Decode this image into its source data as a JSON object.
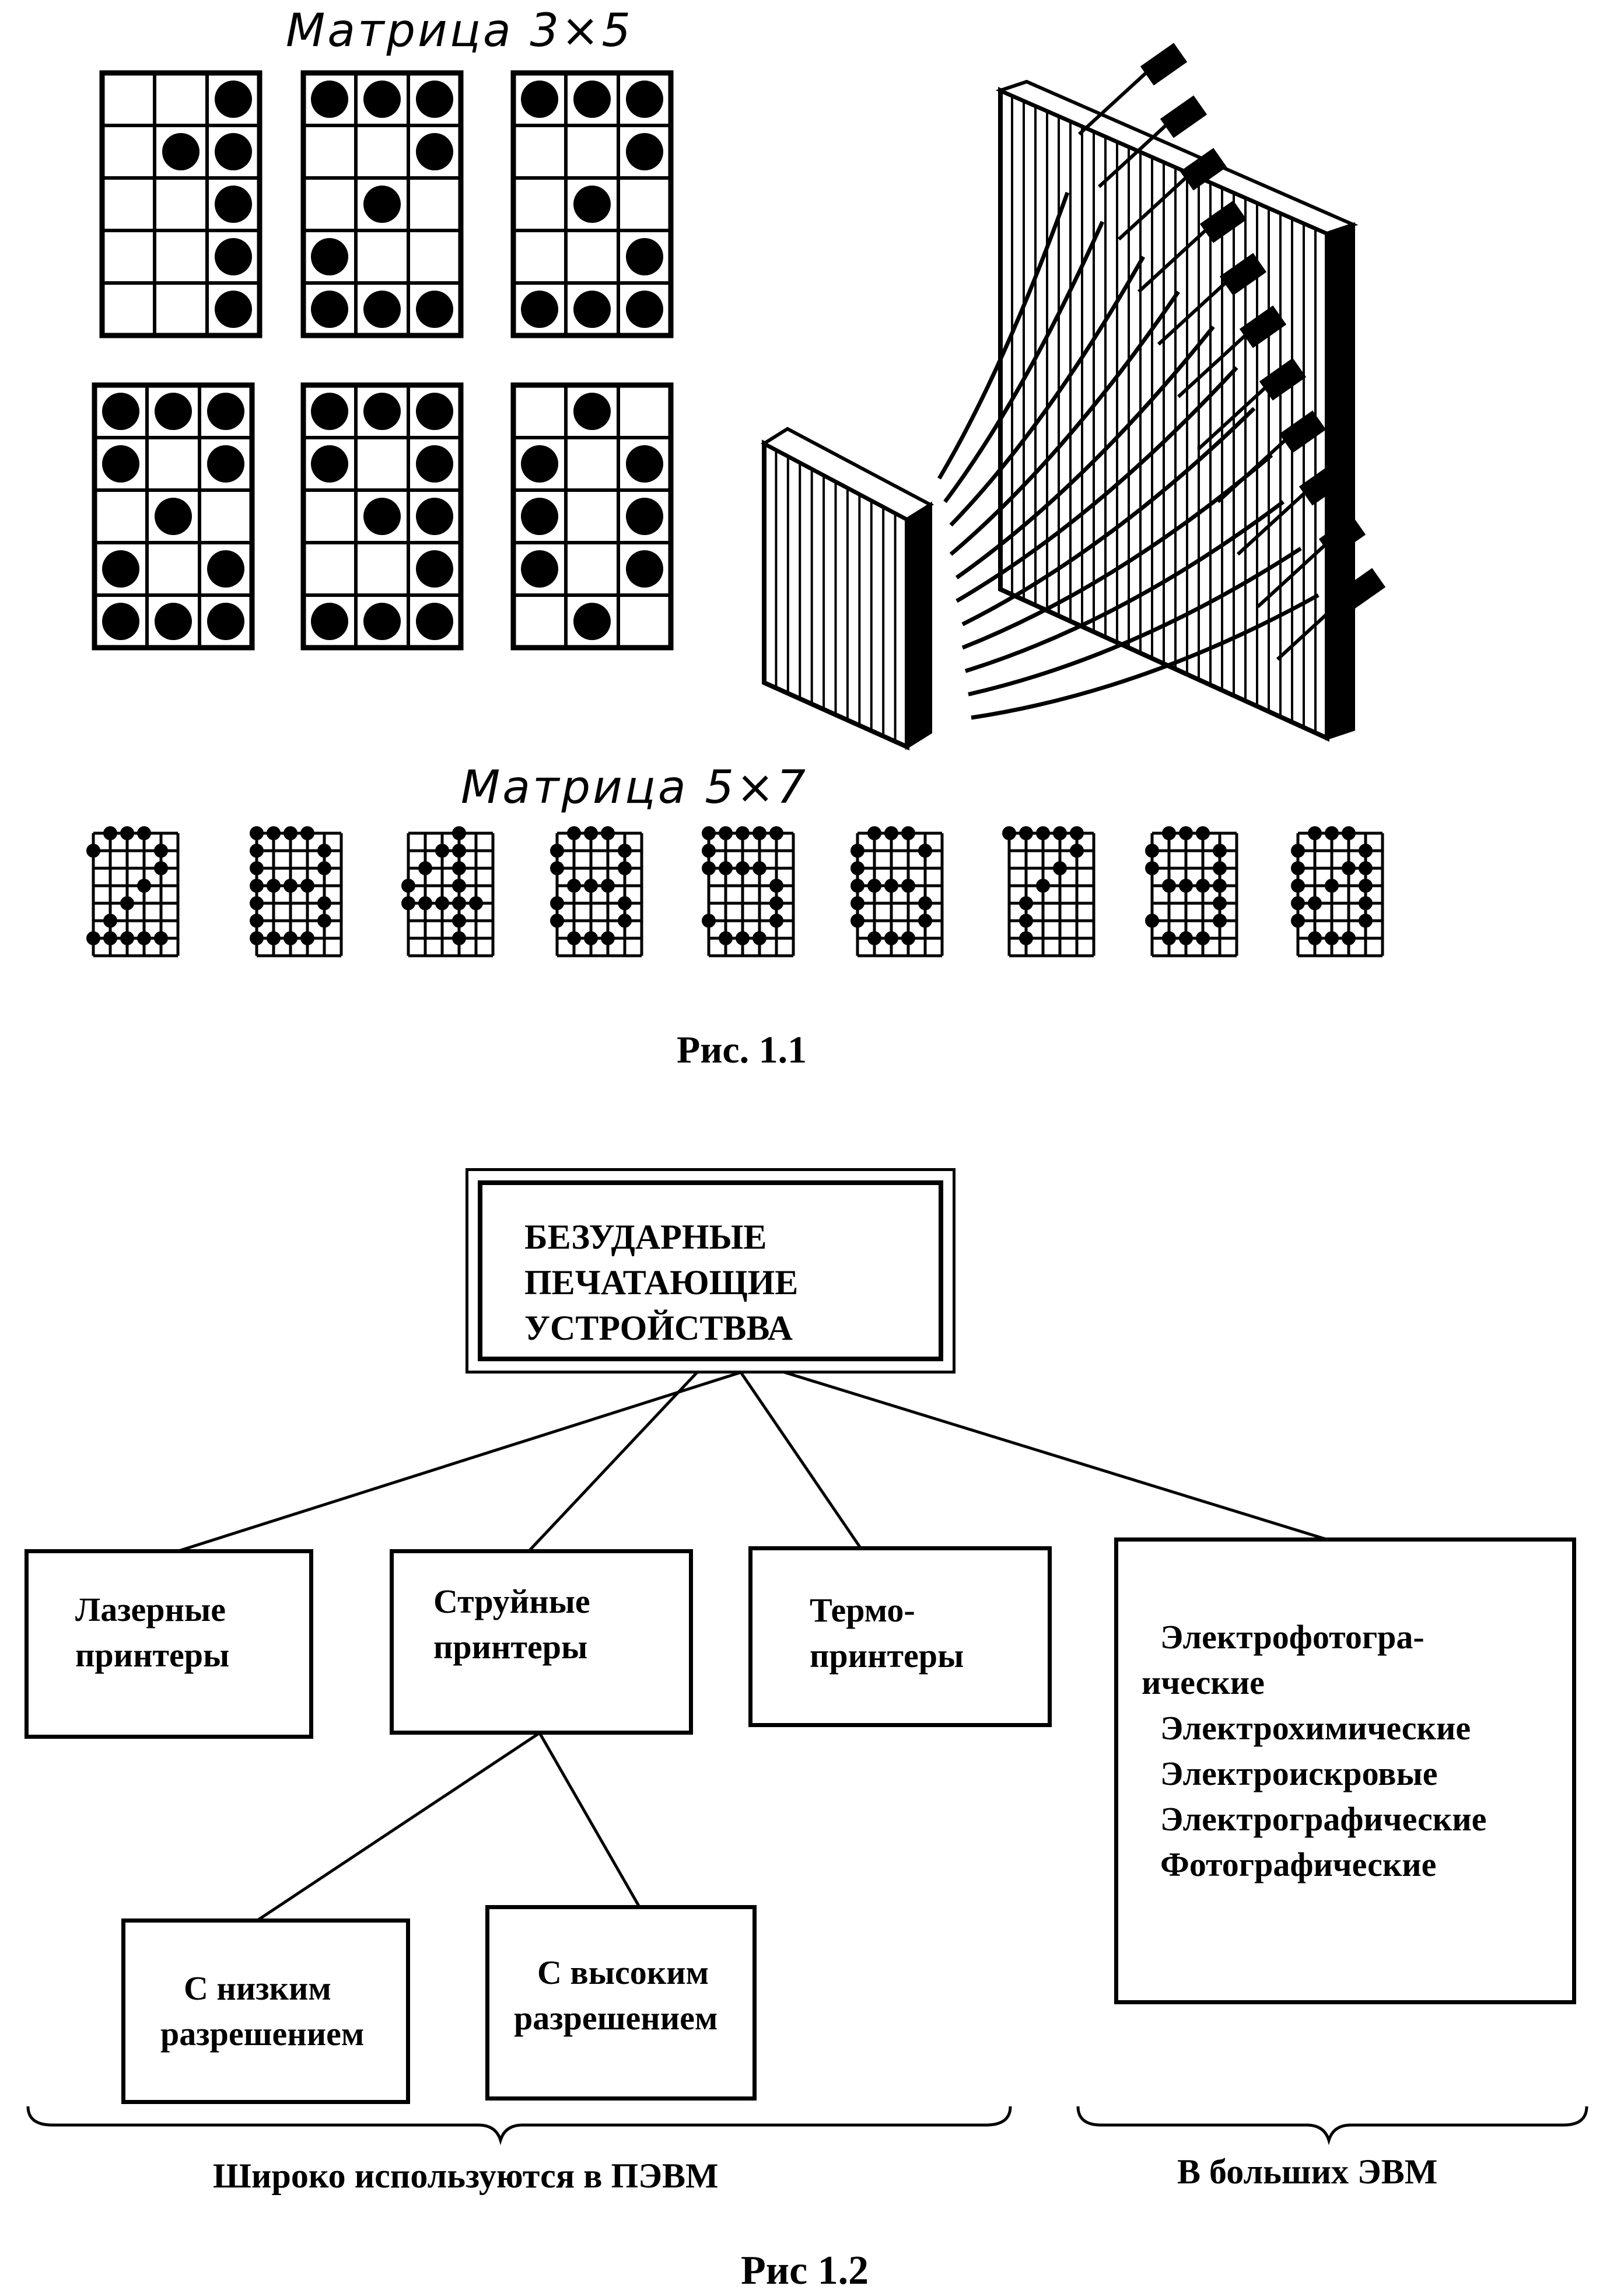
{
  "fig1": {
    "label_3x5": "Матрица 3×5",
    "label_5x7": "Матрица 5×7",
    "caption": "Рис. 1.1",
    "matrices_3x5": [
      [
        "001",
        "011",
        "001",
        "001",
        "001"
      ],
      [
        "111",
        "001",
        "010",
        "100",
        "111"
      ],
      [
        "111",
        "001",
        "010",
        "001",
        "111"
      ],
      [
        "111",
        "101",
        "010",
        "101",
        "111"
      ],
      [
        "111",
        "101",
        "011",
        "001",
        "111"
      ],
      [
        "010",
        "101",
        "101",
        "101",
        "010"
      ]
    ],
    "matrices_5x7": [
      [
        "01110",
        "10001",
        "00001",
        "00010",
        "00100",
        "01000",
        "11111"
      ],
      [
        "11110",
        "10001",
        "10001",
        "11110",
        "10001",
        "10001",
        "11110"
      ],
      [
        "00010",
        "00110",
        "01010",
        "10010",
        "11111",
        "00010",
        "00010"
      ],
      [
        "01110",
        "10001",
        "10001",
        "01110",
        "10001",
        "10001",
        "01110"
      ],
      [
        "11111",
        "10000",
        "11110",
        "00001",
        "00001",
        "10001",
        "01110"
      ],
      [
        "01110",
        "10001",
        "10000",
        "11110",
        "10001",
        "10001",
        "01110"
      ],
      [
        "11111",
        "00001",
        "00010",
        "00100",
        "01000",
        "01000",
        "01000"
      ],
      [
        "01110",
        "10001",
        "10001",
        "01111",
        "00001",
        "10001",
        "01110"
      ],
      [
        "01110",
        "10001",
        "10011",
        "10101",
        "11001",
        "10001",
        "01110"
      ]
    ]
  },
  "fig2": {
    "root": {
      "lines": [
        "БЕЗУДАРНЫЕ",
        "ПЕЧАТАЮЩИЕ",
        "УСТРОЙСТВВА"
      ]
    },
    "laser": {
      "lines": [
        "Лазерные",
        "принтеры"
      ]
    },
    "inkjet": {
      "lines": [
        "Струйные",
        "принтеры"
      ]
    },
    "thermo": {
      "lines": [
        "Термо-",
        "принтеры"
      ]
    },
    "other": {
      "lines": [
        "Электрофотогра-",
        "ические",
        "Электрохимические",
        "Электроискровые",
        "Электрографические",
        "Фотографические"
      ]
    },
    "low_res": {
      "lines": [
        "С низким",
        "разрешением"
      ]
    },
    "high_res": {
      "lines": [
        "С высоким",
        "разрешением"
      ]
    },
    "brace_left_label": "Широко используются в ПЭВМ",
    "brace_right_label": "В больших ЭВМ",
    "caption": "Рис 1.2"
  }
}
